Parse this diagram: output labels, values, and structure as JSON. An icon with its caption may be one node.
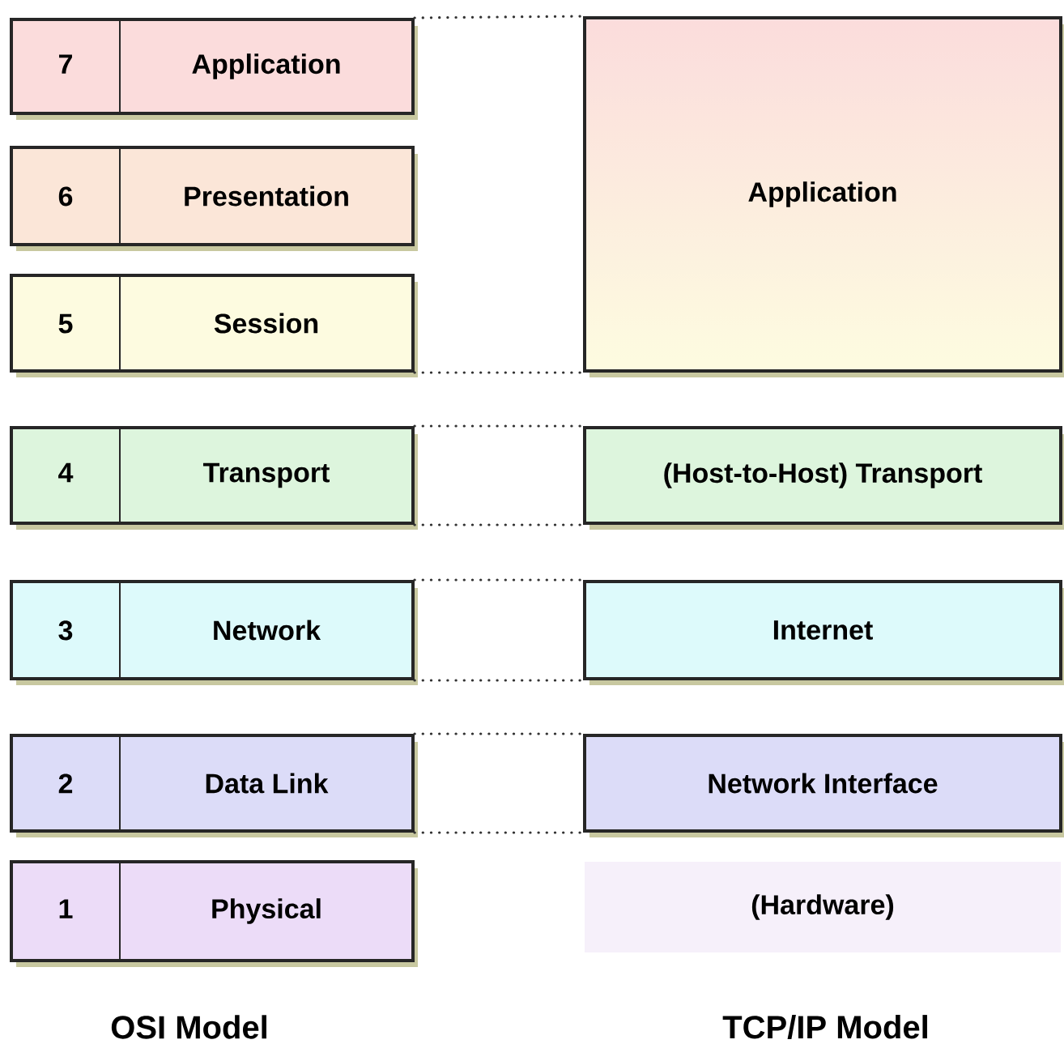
{
  "diagram": {
    "nodes": [
      {
        "text": [
          "7",
          "Application"
        ]
      },
      {
        "text": [
          "6",
          "Presentation"
        ]
      },
      {
        "text": [
          "5",
          "Session"
        ]
      },
      {
        "text": [
          "4",
          "Transport"
        ]
      },
      {
        "text": [
          "3",
          "Network"
        ]
      },
      {
        "text": [
          "2",
          "Data Link"
        ]
      },
      {
        "text": [
          "1",
          "Physical"
        ]
      },
      {
        "text": [
          "Application"
        ]
      },
      {
        "text": [
          "(Host-to-Host) Transport"
        ]
      },
      {
        "text": [
          "Internet"
        ]
      },
      {
        "text": [
          "Network Interface"
        ]
      },
      {
        "text": [
          "(Hardware)"
        ]
      }
    ],
    "edges": [
      {
        "from": 0,
        "to": 7,
        "arrow": "none",
        "style": "dashed"
      },
      {
        "from": 2,
        "to": 7,
        "arrow": "none",
        "style": "dashed"
      },
      {
        "from": 3,
        "to": 8,
        "arrow": "none",
        "style": "dashed"
      },
      {
        "from": 3,
        "to": 8,
        "arrow": "none",
        "style": "dashed"
      },
      {
        "from": 4,
        "to": 9,
        "arrow": "none",
        "style": "dashed"
      },
      {
        "from": 4,
        "to": 9,
        "arrow": "none",
        "style": "dashed"
      },
      {
        "from": 5,
        "to": 10,
        "arrow": "none",
        "style": "dashed"
      },
      {
        "from": 5,
        "to": 10,
        "arrow": "none",
        "style": "dashed"
      }
    ],
    "labels": [
      "OSI Model",
      "TCP/IP Model"
    ]
  }
}
